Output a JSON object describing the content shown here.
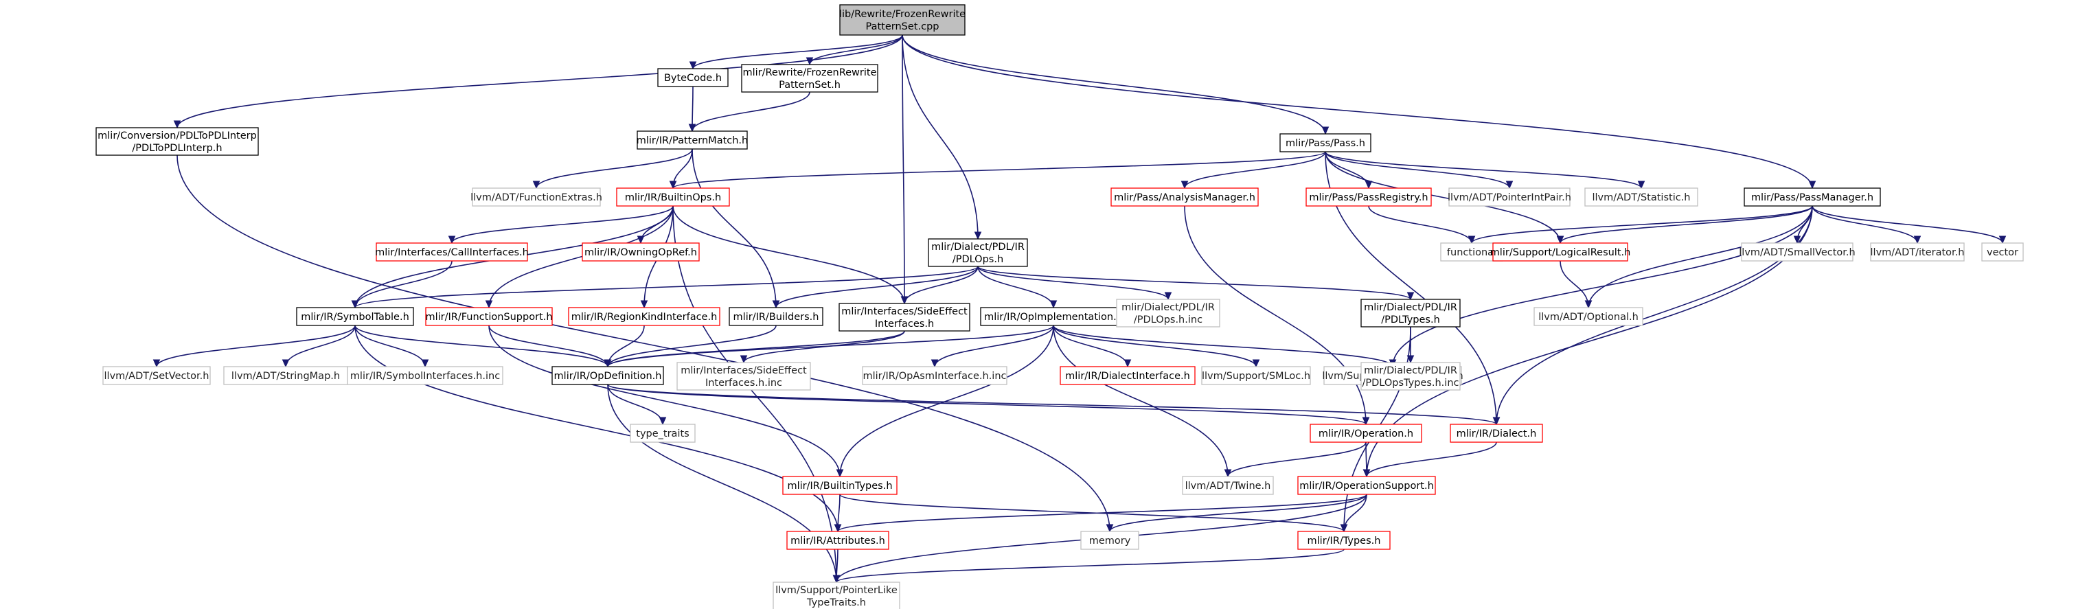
{
  "diagram": {
    "colors": {
      "edge": "#191970",
      "root_fill": "#bfbfbf",
      "root_border": "#000000",
      "documented_border": "#000000",
      "undocumented_border": "#ff0000",
      "external_border": "#bfbfbf",
      "fill": "#ffffff"
    },
    "nodes": {
      "root": {
        "label": [
          "lib/Rewrite/FrozenRewrite",
          "PatternSet.cpp"
        ],
        "kind": "root"
      },
      "bytecode": {
        "label": [
          "ByteCode.h"
        ],
        "kind": "doc"
      },
      "frozen_h": {
        "label": [
          "mlir/Rewrite/FrozenRewrite",
          "PatternSet.h"
        ],
        "kind": "doc"
      },
      "pdltointerp": {
        "label": [
          "mlir/Conversion/PDLToPDLInterp",
          "/PDLToPDLInterp.h"
        ],
        "kind": "doc"
      },
      "patternmatch": {
        "label": [
          "mlir/IR/PatternMatch.h"
        ],
        "kind": "doc"
      },
      "pass": {
        "label": [
          "mlir/Pass/Pass.h"
        ],
        "kind": "doc"
      },
      "passmanager": {
        "label": [
          "mlir/Pass/PassManager.h"
        ],
        "kind": "doc"
      },
      "functionextras": {
        "label": [
          "llvm/ADT/FunctionExtras.h"
        ],
        "kind": "ext"
      },
      "builtinops": {
        "label": [
          "mlir/IR/BuiltinOps.h"
        ],
        "kind": "red"
      },
      "analysismanager": {
        "label": [
          "mlir/Pass/AnalysisManager.h"
        ],
        "kind": "red"
      },
      "passregistry": {
        "label": [
          "mlir/Pass/PassRegistry.h"
        ],
        "kind": "red"
      },
      "pointerintpair": {
        "label": [
          "llvm/ADT/PointerIntPair.h"
        ],
        "kind": "ext"
      },
      "statistic": {
        "label": [
          "llvm/ADT/Statistic.h"
        ],
        "kind": "ext"
      },
      "pdlops": {
        "label": [
          "mlir/Dialect/PDL/IR",
          "/PDLOps.h"
        ],
        "kind": "doc"
      },
      "callinterfaces": {
        "label": [
          "mlir/Interfaces/CallInterfaces.h"
        ],
        "kind": "red"
      },
      "owningopref": {
        "label": [
          "mlir/IR/OwningOpRef.h"
        ],
        "kind": "red"
      },
      "functional": {
        "label": [
          "functional"
        ],
        "kind": "ext"
      },
      "logicalresult": {
        "label": [
          "mlir/Support/LogicalResult.h"
        ],
        "kind": "red"
      },
      "smallvector": {
        "label": [
          "llvm/ADT/SmallVector.h"
        ],
        "kind": "ext"
      },
      "iterator": {
        "label": [
          "llvm/ADT/iterator.h"
        ],
        "kind": "ext"
      },
      "vector": {
        "label": [
          "vector"
        ],
        "kind": "ext"
      },
      "symboltable": {
        "label": [
          "mlir/IR/SymbolTable.h"
        ],
        "kind": "doc"
      },
      "functionsupport": {
        "label": [
          "mlir/IR/FunctionSupport.h"
        ],
        "kind": "red"
      },
      "regionkind": {
        "label": [
          "mlir/IR/RegionKindInterface.h"
        ],
        "kind": "red"
      },
      "builders": {
        "label": [
          "mlir/IR/Builders.h"
        ],
        "kind": "doc"
      },
      "sideeffect": {
        "label": [
          "mlir/Interfaces/SideEffect",
          "Interfaces.h"
        ],
        "kind": "doc"
      },
      "opimpl": {
        "label": [
          "mlir/IR/OpImplementation.h"
        ],
        "kind": "doc"
      },
      "pdlopsinc": {
        "label": [
          "mlir/Dialect/PDL/IR",
          "/PDLOps.h.inc"
        ],
        "kind": "ext"
      },
      "pdltypes": {
        "label": [
          "mlir/Dialect/PDL/IR",
          "/PDLTypes.h"
        ],
        "kind": "doc"
      },
      "optional": {
        "label": [
          "llvm/ADT/Optional.h"
        ],
        "kind": "ext"
      },
      "setvector": {
        "label": [
          "llvm/ADT/SetVector.h"
        ],
        "kind": "ext"
      },
      "stringmap": {
        "label": [
          "llvm/ADT/StringMap.h"
        ],
        "kind": "ext"
      },
      "symbolinc": {
        "label": [
          "mlir/IR/SymbolInterfaces.h.inc"
        ],
        "kind": "ext"
      },
      "opdefinition": {
        "label": [
          "mlir/IR/OpDefinition.h"
        ],
        "kind": "doc"
      },
      "sideeffectinc": {
        "label": [
          "mlir/Interfaces/SideEffect",
          "Interfaces.h.inc"
        ],
        "kind": "ext"
      },
      "opasm": {
        "label": [
          "mlir/IR/OpAsmInterface.h.inc"
        ],
        "kind": "ext"
      },
      "dialectinterface": {
        "label": [
          "mlir/IR/DialectInterface.h"
        ],
        "kind": "red"
      },
      "smloc": {
        "label": [
          "llvm/Support/SMLoc.h"
        ],
        "kind": "ext"
      },
      "raw_ostream": {
        "label": [
          "llvm/Support/raw_ostream.h"
        ],
        "kind": "ext"
      },
      "pdlopstypesinc": {
        "label": [
          "mlir/Dialect/PDL/IR",
          "/PDLOpsTypes.h.inc"
        ],
        "kind": "ext"
      },
      "type_traits": {
        "label": [
          "type_traits"
        ],
        "kind": "ext"
      },
      "operation": {
        "label": [
          "mlir/IR/Operation.h"
        ],
        "kind": "red"
      },
      "dialect": {
        "label": [
          "mlir/IR/Dialect.h"
        ],
        "kind": "red"
      },
      "builtintypes": {
        "label": [
          "mlir/IR/BuiltinTypes.h"
        ],
        "kind": "red"
      },
      "twine": {
        "label": [
          "llvm/ADT/Twine.h"
        ],
        "kind": "ext"
      },
      "operationsupport": {
        "label": [
          "mlir/IR/OperationSupport.h"
        ],
        "kind": "red"
      },
      "attributes": {
        "label": [
          "mlir/IR/Attributes.h"
        ],
        "kind": "red"
      },
      "memory": {
        "label": [
          "memory"
        ],
        "kind": "ext"
      },
      "types": {
        "label": [
          "mlir/IR/Types.h"
        ],
        "kind": "red"
      },
      "pointerlike": {
        "label": [
          "llvm/Support/PointerLike",
          "TypeTraits.h"
        ],
        "kind": "ext"
      }
    },
    "edges": [
      [
        "root",
        "bytecode"
      ],
      [
        "root",
        "frozen_h"
      ],
      [
        "root",
        "pdltointerp"
      ],
      [
        "root",
        "sideeffect"
      ],
      [
        "root",
        "pdlops"
      ],
      [
        "root",
        "pass"
      ],
      [
        "root",
        "passmanager"
      ],
      [
        "bytecode",
        "patternmatch"
      ],
      [
        "frozen_h",
        "patternmatch"
      ],
      [
        "pdltointerp",
        "memory"
      ],
      [
        "patternmatch",
        "functionextras"
      ],
      [
        "patternmatch",
        "builtinops"
      ],
      [
        "patternmatch",
        "builders"
      ],
      [
        "pass",
        "builtinops"
      ],
      [
        "pass",
        "analysismanager"
      ],
      [
        "pass",
        "passregistry"
      ],
      [
        "pass",
        "pointerintpair"
      ],
      [
        "pass",
        "statistic"
      ],
      [
        "pass",
        "logicalresult"
      ],
      [
        "pass",
        "dialect"
      ],
      [
        "passmanager",
        "functional"
      ],
      [
        "passmanager",
        "logicalresult"
      ],
      [
        "passmanager",
        "smallvector"
      ],
      [
        "passmanager",
        "iterator"
      ],
      [
        "passmanager",
        "vector"
      ],
      [
        "passmanager",
        "optional"
      ],
      [
        "passmanager",
        "raw_ostream"
      ],
      [
        "passmanager",
        "dialect"
      ],
      [
        "passmanager",
        "operationsupport"
      ],
      [
        "builtinops",
        "callinterfaces"
      ],
      [
        "builtinops",
        "owningopref"
      ],
      [
        "builtinops",
        "symboltable"
      ],
      [
        "builtinops",
        "functionsupport"
      ],
      [
        "builtinops",
        "regionkind"
      ],
      [
        "builtinops",
        "sideeffect"
      ],
      [
        "builtinops",
        "pointerlike"
      ],
      [
        "analysismanager",
        "operation"
      ],
      [
        "passregistry",
        "functional"
      ],
      [
        "logicalresult",
        "optional"
      ],
      [
        "pdlops",
        "symboltable"
      ],
      [
        "pdlops",
        "builders"
      ],
      [
        "pdlops",
        "sideeffect"
      ],
      [
        "pdlops",
        "opimpl"
      ],
      [
        "pdlops",
        "pdlopsinc"
      ],
      [
        "pdlops",
        "pdltypes"
      ],
      [
        "callinterfaces",
        "symboltable"
      ],
      [
        "symboltable",
        "setvector"
      ],
      [
        "symboltable",
        "stringmap"
      ],
      [
        "symboltable",
        "symbolinc"
      ],
      [
        "symboltable",
        "opdefinition"
      ],
      [
        "symboltable",
        "attributes"
      ],
      [
        "functionsupport",
        "opdefinition"
      ],
      [
        "functionsupport",
        "builtintypes"
      ],
      [
        "regionkind",
        "opdefinition"
      ],
      [
        "builders",
        "opdefinition"
      ],
      [
        "sideeffect",
        "opdefinition"
      ],
      [
        "sideeffect",
        "sideeffectinc"
      ],
      [
        "opimpl",
        "opdefinition"
      ],
      [
        "opimpl",
        "opasm"
      ],
      [
        "opimpl",
        "dialectinterface"
      ],
      [
        "opimpl",
        "smloc"
      ],
      [
        "opimpl",
        "raw_ostream"
      ],
      [
        "opimpl",
        "builtintypes"
      ],
      [
        "opimpl",
        "twine"
      ],
      [
        "pdltypes",
        "pdlopstypesinc"
      ],
      [
        "pdltypes",
        "types"
      ],
      [
        "opdefinition",
        "type_traits"
      ],
      [
        "opdefinition",
        "operation"
      ],
      [
        "opdefinition",
        "dialect"
      ],
      [
        "opdefinition",
        "pointerlike"
      ],
      [
        "operation",
        "twine"
      ],
      [
        "operation",
        "operationsupport"
      ],
      [
        "dialect",
        "operationsupport"
      ],
      [
        "builtintypes",
        "attributes"
      ],
      [
        "builtintypes",
        "types"
      ],
      [
        "operationsupport",
        "attributes"
      ],
      [
        "operationsupport",
        "memory"
      ],
      [
        "operationsupport",
        "types"
      ],
      [
        "operationsupport",
        "pointerlike"
      ],
      [
        "attributes",
        "pointerlike"
      ],
      [
        "types",
        "pointerlike"
      ]
    ]
  }
}
